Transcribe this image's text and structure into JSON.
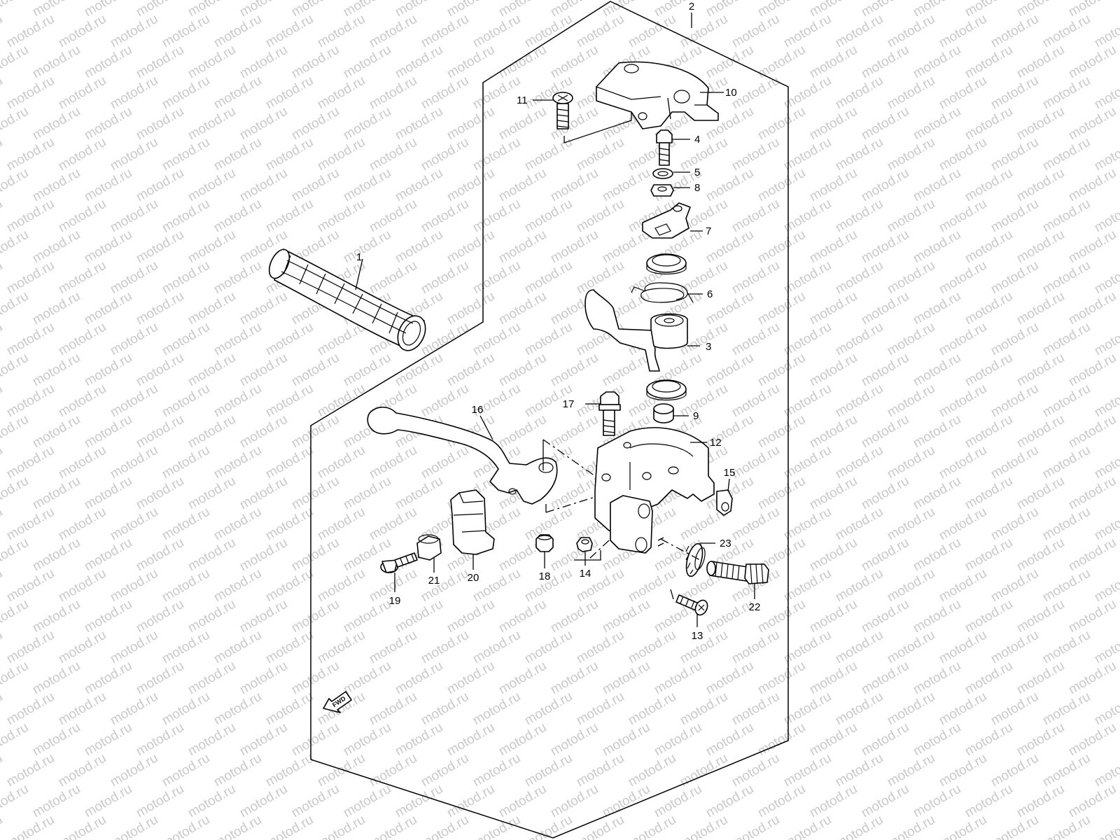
{
  "watermark": "motod.ru",
  "fwd_label": "FWD",
  "callouts": [
    {
      "id": "c1",
      "num": "1"
    },
    {
      "id": "c2",
      "num": "2"
    },
    {
      "id": "c3",
      "num": "3"
    },
    {
      "id": "c4",
      "num": "4"
    },
    {
      "id": "c5",
      "num": "5"
    },
    {
      "id": "c6",
      "num": "6"
    },
    {
      "id": "c7",
      "num": "7"
    },
    {
      "id": "c8",
      "num": "8"
    },
    {
      "id": "c9",
      "num": "9"
    },
    {
      "id": "c10",
      "num": "10"
    },
    {
      "id": "c11",
      "num": "11"
    },
    {
      "id": "c12",
      "num": "12"
    },
    {
      "id": "c13",
      "num": "13"
    },
    {
      "id": "c14",
      "num": "14"
    },
    {
      "id": "c15",
      "num": "15"
    },
    {
      "id": "c16",
      "num": "16"
    },
    {
      "id": "c17",
      "num": "17"
    },
    {
      "id": "c18",
      "num": "18"
    },
    {
      "id": "c19",
      "num": "19"
    },
    {
      "id": "c20",
      "num": "20"
    },
    {
      "id": "c21",
      "num": "21"
    },
    {
      "id": "c22",
      "num": "22"
    },
    {
      "id": "c23",
      "num": "23"
    }
  ],
  "colors": {
    "line": "#000000",
    "watermark": "#c9c9c9",
    "background": "#ffffff"
  }
}
